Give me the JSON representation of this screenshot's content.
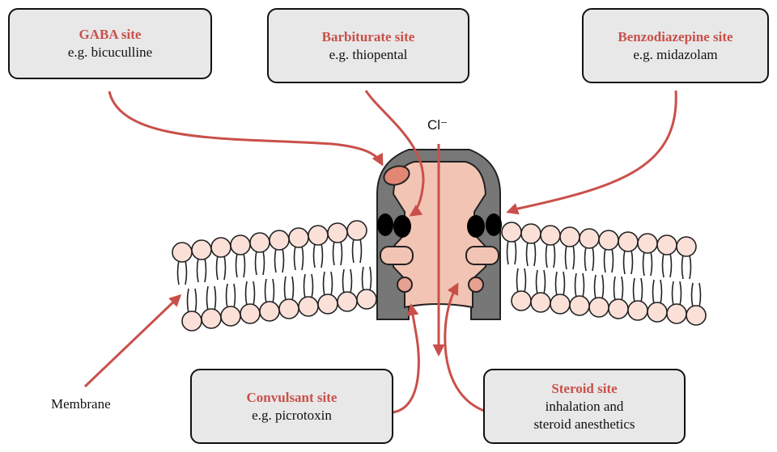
{
  "sites": {
    "gaba": {
      "title": "GABA site",
      "example": "e.g. bicuculline"
    },
    "barbiturate": {
      "title": "Barbiturate site",
      "example": "e.g. thiopental"
    },
    "benzodiazepine": {
      "title": "Benzodiazepine site",
      "example": "e.g. midazolam"
    },
    "convulsant": {
      "title": "Convulsant site",
      "example": "e.g. picrotoxin"
    },
    "steroid": {
      "title": "Steroid site",
      "example_line1": "inhalation and",
      "example_line2": "steroid anesthetics"
    }
  },
  "labels": {
    "ion": "Cl⁻",
    "membrane": "Membrane"
  },
  "colors": {
    "arrow": "#c9504a",
    "site_title": "#c9504a",
    "box_fill": "#e8e8e8",
    "lipid_head": "#fbe0d8",
    "channel_wall": "#777777",
    "channel_pore": "#f2c4b4",
    "gaba_site": "#e38775",
    "binding_spot_dark": "#000000"
  }
}
